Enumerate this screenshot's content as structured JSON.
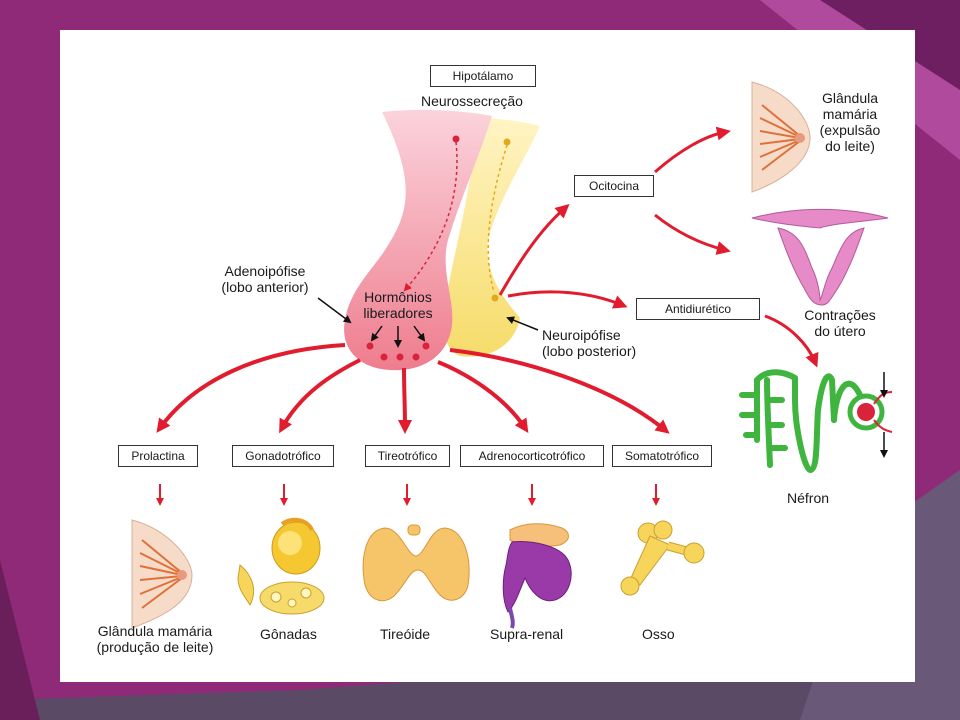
{
  "colors": {
    "slide_bg": "#8e2a78",
    "arrow_red": "#e01c2e",
    "pituitary_pink": "#f08a99",
    "posterior_yellow": "#f7e27a",
    "nephron_green": "#3fb53f"
  },
  "top": {
    "hypothalamus": "Hipotálamo",
    "neurosecretion": "Neurossecreção"
  },
  "pituitary": {
    "adeno_1": "Adenoipófise",
    "adeno_2": "(lobo anterior)",
    "released_1": "Hormônios",
    "released_2": "liberadores",
    "neuro_1": "Neuroipófise",
    "neuro_2": "(lobo posterior)"
  },
  "posterior_hormones": {
    "oxytocin": "Ocitocina",
    "antidiuretic": "Antidiurético"
  },
  "targets_right": {
    "mammary_1": "Glândula",
    "mammary_2": "mamária",
    "mammary_3": "(expulsão",
    "mammary_4": "do leite)",
    "uterus_1": "Contrações",
    "uterus_2": "do útero",
    "nephron": "Néfron"
  },
  "anterior_hormones": [
    "Prolactina",
    "Gonadotrófico",
    "Tireotrófico",
    "Adrenocorticotrófico",
    "Somatotrófico"
  ],
  "targets_bottom": {
    "mammary_1": "Glândula mamária",
    "mammary_2": "(produção de leite)",
    "gonads": "Gônadas",
    "thyroid": "Tireóide",
    "adrenal": "Supra-renal",
    "bone": "Osso"
  },
  "icons": [
    "mammary-gland-icon",
    "uterus-icon",
    "nephron-icon",
    "gonads-icon",
    "thyroid-icon",
    "adrenal-kidney-icon",
    "bone-icon"
  ]
}
